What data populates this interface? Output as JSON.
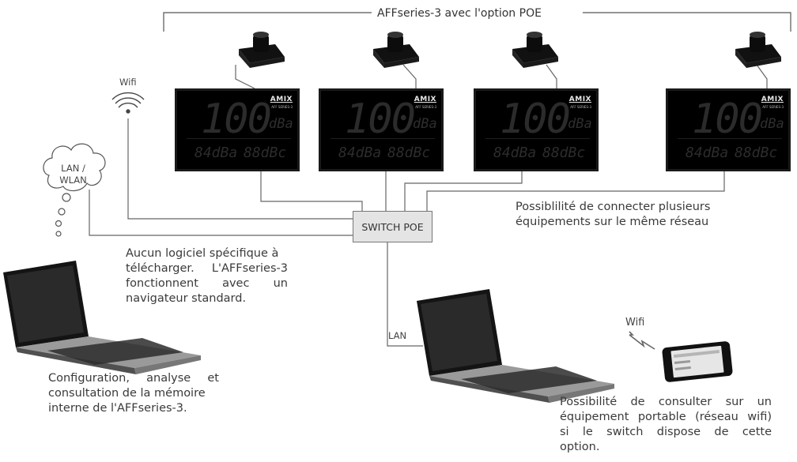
{
  "title": "AFFseries-3 avec l'option POE",
  "switch_label": "SWITCH POE",
  "cloud_label": "LAN / WLAN",
  "wifi_label_left": "Wifi",
  "wifi_label_right": "Wifi",
  "lan_label": "LAN",
  "panels": [
    {
      "big": "100",
      "unit": "dBa",
      "logo": "AMIX",
      "sub": "AFF SERIES-3",
      "small1": "84dBa",
      "small2": "88dBc"
    },
    {
      "big": "100",
      "unit": "dBa",
      "logo": "AMIX",
      "sub": "AFF SERIES-3",
      "small1": "84dBa",
      "small2": "88dBc"
    },
    {
      "big": "100",
      "unit": "dBa",
      "logo": "AMIX",
      "sub": "AFF SERIES-3",
      "small1": "84dBa",
      "small2": "88dBc"
    },
    {
      "big": "100",
      "unit": "dBa",
      "logo": "AMIX",
      "sub": "AFF SERIES-3",
      "small1": "84dBa",
      "small2": "88dBc"
    }
  ],
  "texts": {
    "network_note_1": "Possiblilité de connecter plusieurs",
    "network_note_2": "équipements sur le même réseau",
    "software_note_1": "Aucun logiciel spécifique à",
    "software_note_2": "télécharger. L'AFFseries-3",
    "software_note_3": "fonctionnent avec un",
    "software_note_4": "navigateur standard.",
    "config_note_1": "Configuration, analyse et",
    "config_note_2": "consultation de la mémoire",
    "config_note_3": "interne de l'AFFseries-3.",
    "portable_note_1": "Possibilité de consulter sur un",
    "portable_note_2": "équipement portable (réseau wifi)",
    "portable_note_3": "si le switch dispose de cette",
    "portable_note_4": "option."
  }
}
